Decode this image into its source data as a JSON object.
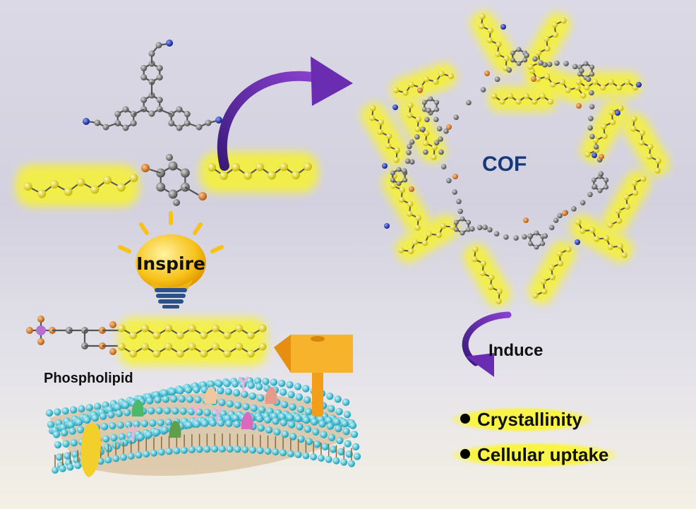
{
  "labels": {
    "cof": "COF",
    "inspire": "Inspire",
    "induce": "Induce",
    "phospholipid": "Phospholipid"
  },
  "properties": [
    {
      "text": "Crystallinity"
    },
    {
      "text": "Cellular uptake"
    }
  ],
  "colors": {
    "chain_glow": "#f7f230",
    "chain_atom": "#f2e500",
    "carbon_atom": "#6e6e6e",
    "nitrogen_atom": "#1c2bb8",
    "bromine_atom": "#e07820",
    "arrow_purple": "#6a2cb0",
    "bulb_yellow": "#f7c21a",
    "membrane_blue": "#3fc4d8",
    "cof_label": "#16397a",
    "signpost": "#f7a61c"
  },
  "icons": [
    "lightbulb-icon",
    "signpost-icon",
    "curved-arrow-icon"
  ]
}
